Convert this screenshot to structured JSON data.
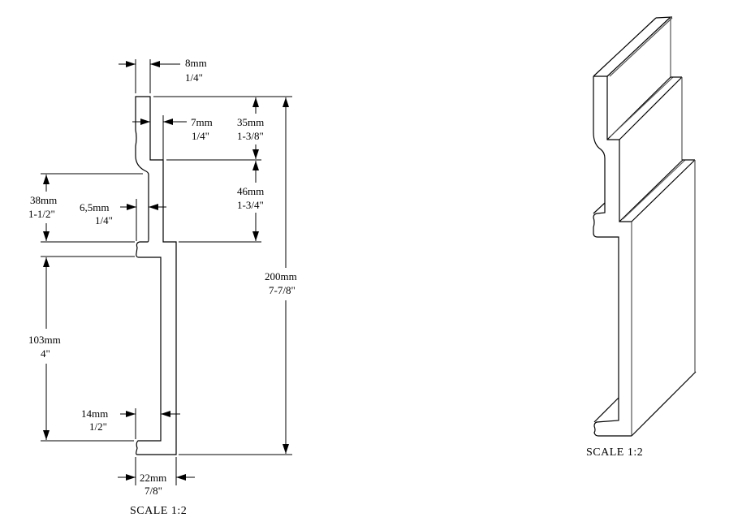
{
  "drawing": {
    "section_view": {
      "scale_label": "SCALE  1:2",
      "dimensions": {
        "top_lip": {
          "mm": "8mm",
          "in": "1/4\""
        },
        "upper_web": {
          "mm": "7mm",
          "in": "1/4\""
        },
        "top_height": {
          "mm": "35mm",
          "in": "1-3/8\""
        },
        "mid_height": {
          "mm": "46mm",
          "in": "1-3/4\""
        },
        "total_height": {
          "mm": "200mm",
          "in": "7-7/8\""
        },
        "upper_groove": {
          "mm": "38mm",
          "in": "1-1/2\""
        },
        "mid_web": {
          "mm": "6,5mm",
          "in": "1/4\""
        },
        "lower_groove": {
          "mm": "103mm",
          "in": "4\""
        },
        "lower_web": {
          "mm": "14mm",
          "in": "1/2\""
        },
        "base_width": {
          "mm": "22mm",
          "in": "7/8\""
        }
      }
    },
    "isometric_view": {
      "scale_label": "SCALE  1:2"
    }
  }
}
